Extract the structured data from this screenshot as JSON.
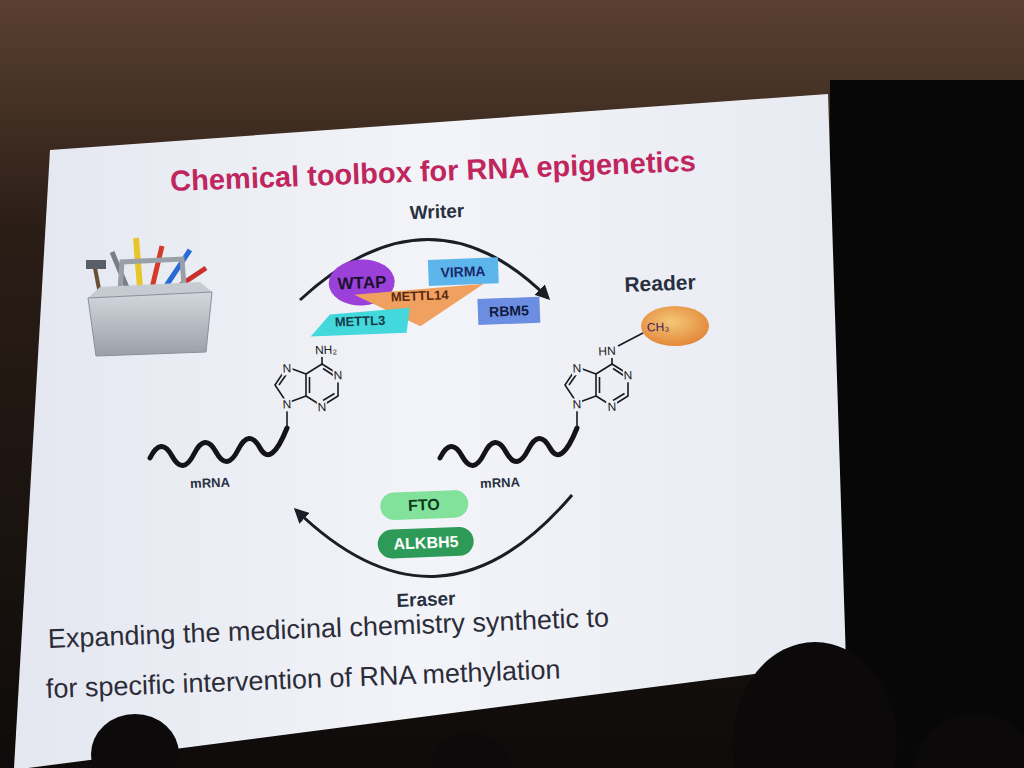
{
  "diagram": {
    "title": "Chemical toolbox for RNA epigenetics",
    "nodes": [
      {
        "text": [
          "WTAP"
        ]
      },
      {
        "text": [
          "VIRMA"
        ]
      },
      {
        "text": [
          "METTL14"
        ]
      },
      {
        "text": [
          "METTL3"
        ]
      },
      {
        "text": [
          "RBM5"
        ]
      },
      {
        "text": [
          "FTO"
        ]
      },
      {
        "text": [
          "ALKBH5"
        ]
      }
    ],
    "labels": [
      "Writer",
      "Reader",
      "Eraser",
      "NH₂",
      "N",
      "N",
      "N",
      "N",
      "mRNA",
      "HN",
      "CH₃",
      "N",
      "N",
      "N",
      "N",
      "mRNA",
      "Expanding the medicinal chemistry synthetic to",
      "for specific intervention of RNA methylation"
    ]
  }
}
